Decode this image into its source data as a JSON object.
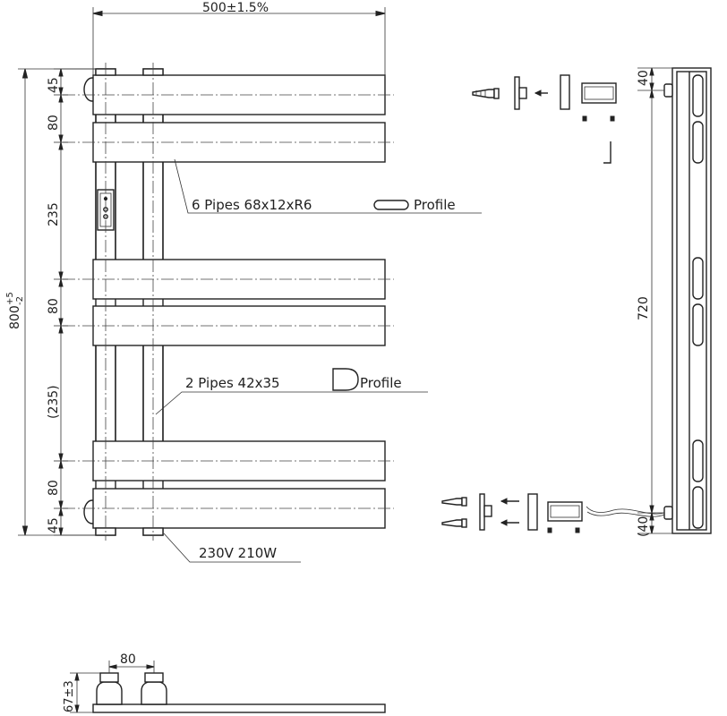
{
  "dimensions": {
    "overall_width": "500±1.5%",
    "overall_height_base": "800",
    "overall_height_tol_upper": "+5",
    "overall_height_tol_lower": "-2",
    "front_segments": [
      "45",
      "80",
      "235",
      "80",
      "(235)",
      "80",
      "45"
    ],
    "side_top": "40",
    "side_middle": "720",
    "side_bottom": "(40",
    "bottom_spacing": "80",
    "bottom_depth": "67±3"
  },
  "callouts": {
    "pipes_flat": "6 Pipes  68x12xR6",
    "pipes_flat_suffix": "Profile",
    "pipes_d": "2 Pipes  42x35",
    "pipes_d_suffix": "Profile",
    "power": "230V  210W"
  }
}
